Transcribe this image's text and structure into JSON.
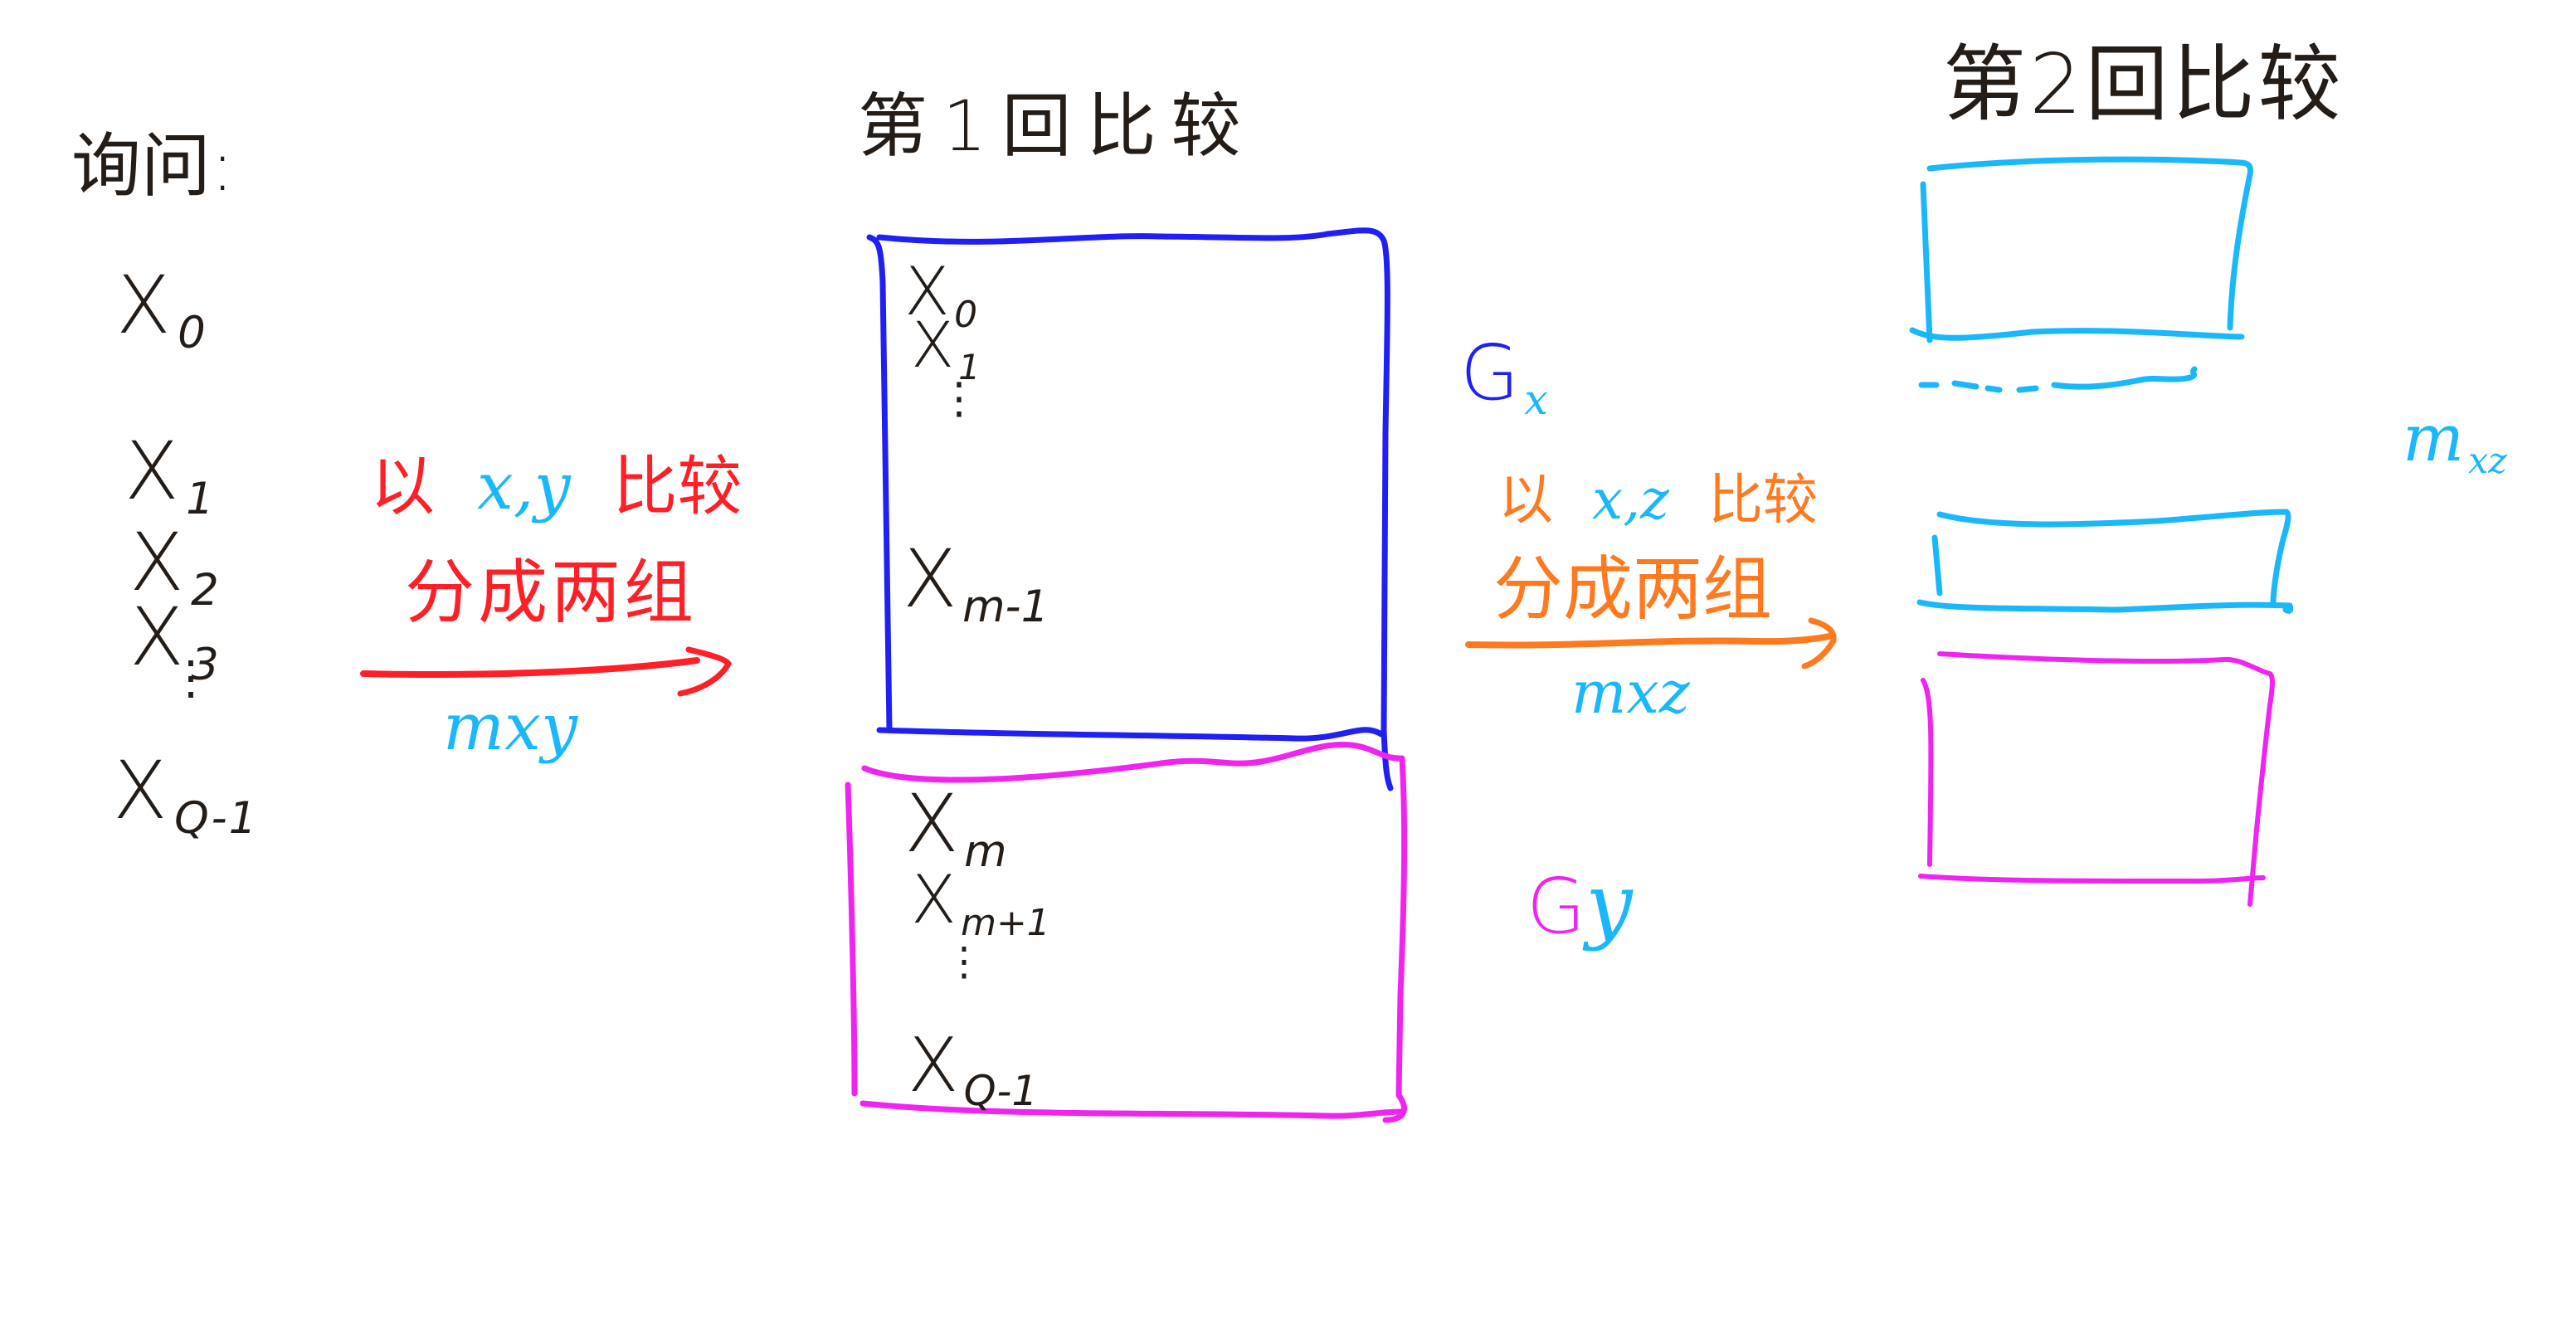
{
  "colors": {
    "ink": "#231c17",
    "red": "#ff1f26",
    "blue_box": "#2020f5",
    "magenta": "#f024f0",
    "cyan": "#1ab8fa",
    "orange": "#ff7a1f"
  },
  "query": {
    "title": "询问:",
    "items": [
      {
        "base": "X",
        "sub": "0"
      },
      {
        "base": "X",
        "sub": "1"
      },
      {
        "base": "X",
        "sub": "2"
      },
      {
        "base": "X",
        "sub": "3"
      },
      {
        "base": "X",
        "sub": "Q-1"
      }
    ],
    "ellipsis": "⋮"
  },
  "step1_annotation": {
    "line1_prefix": "以",
    "line1_vars": "x,y",
    "line1_suffix": "比较",
    "line2": "分成两组",
    "split_value": "mxy",
    "split_base": "m",
    "split_sub": "xy"
  },
  "round1": {
    "title": "第1回比较",
    "group_x": {
      "items": [
        {
          "base": "X",
          "sub": "0"
        },
        {
          "base": "X",
          "sub": "1"
        },
        {
          "base": "X",
          "sub": "m-1"
        }
      ],
      "ellipsis": "⋮"
    },
    "group_y": {
      "items": [
        {
          "base": "X",
          "sub": "m"
        },
        {
          "base": "X",
          "sub": "m+1"
        },
        {
          "base": "X",
          "sub": "Q-1"
        }
      ],
      "ellipsis": "⋮"
    }
  },
  "group_labels": {
    "gx_base": "G",
    "gx_sub": "x",
    "gy_base": "G",
    "gy_sub": "y"
  },
  "step2_annotation": {
    "line1_prefix": "以",
    "line1_vars": "x,z",
    "line1_suffix": "比较",
    "line2": "分成两组",
    "split_base": "m",
    "split_sub": "xz"
  },
  "round2": {
    "title": "第2回比较",
    "divider_label_base": "m",
    "divider_label_sub": "xz"
  }
}
